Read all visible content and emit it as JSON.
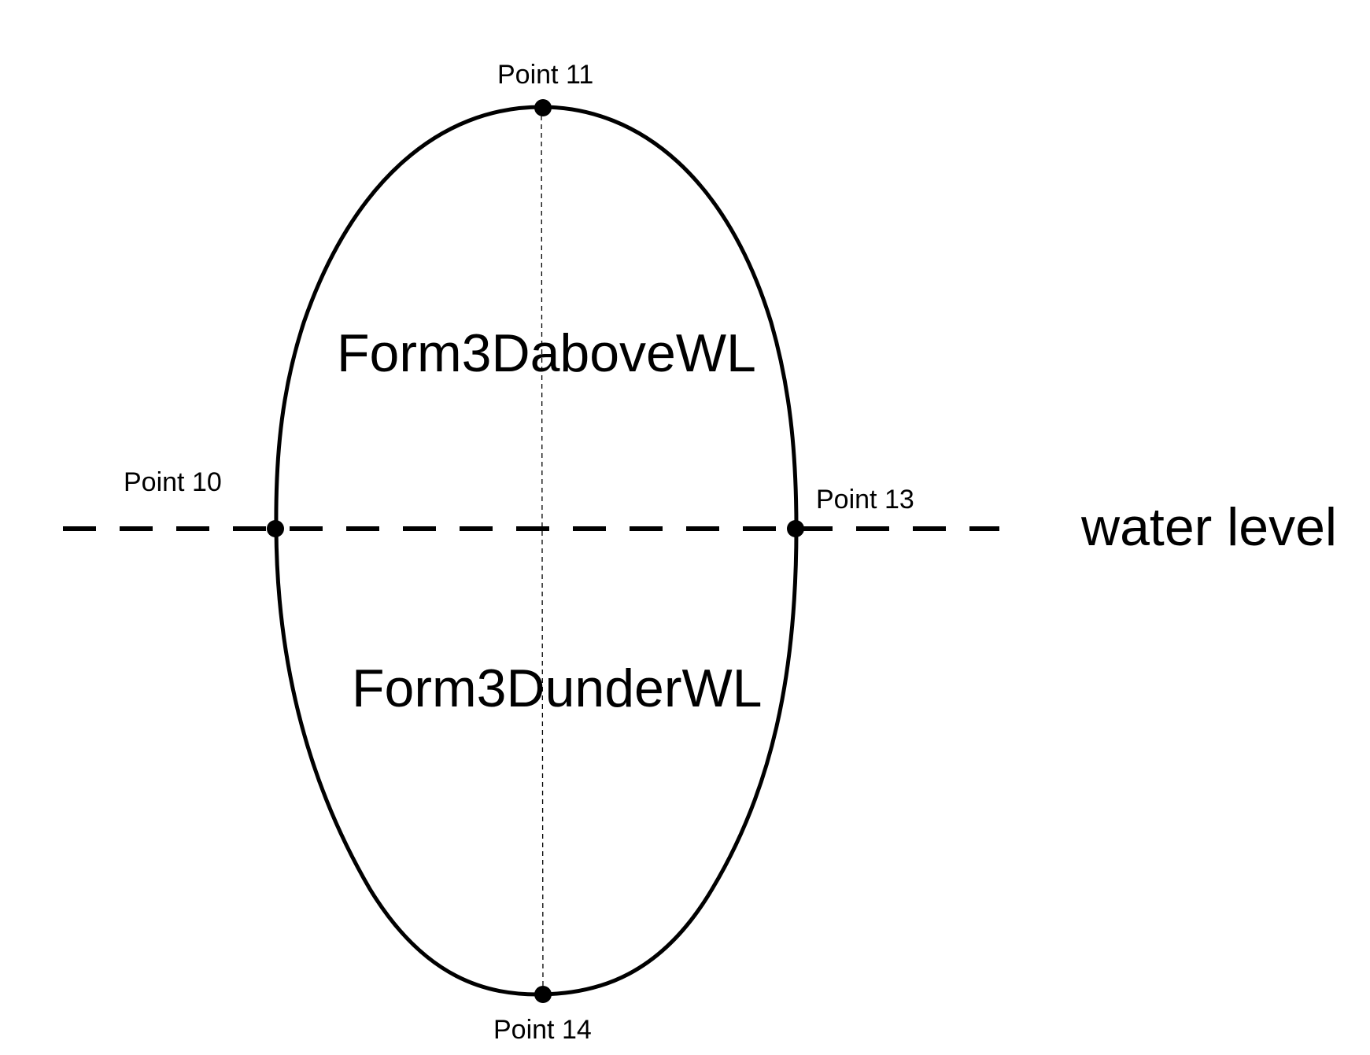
{
  "diagram": {
    "regions": {
      "above": "Form3DaboveWL",
      "under": "Form3DunderWL"
    },
    "water_level_label": "water level",
    "points": {
      "p10": "Point 10",
      "p11": "Point 11",
      "p13": "Point 13",
      "p14": "Point 14"
    },
    "colors": {
      "stroke": "#000000",
      "background": "#ffffff"
    }
  }
}
